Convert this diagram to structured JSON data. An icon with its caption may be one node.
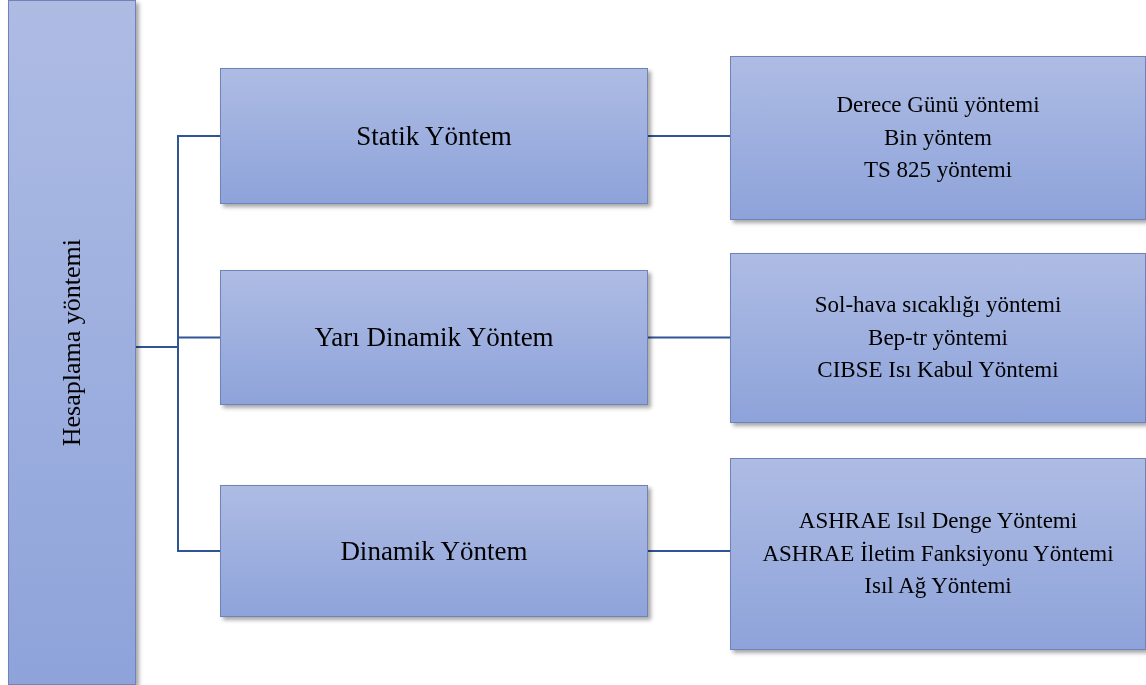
{
  "diagram": {
    "nodes": [
      {
        "text": [
          "Hesaplama yöntemi"
        ]
      },
      {
        "text": [
          "Statik Yöntem"
        ]
      },
      {
        "text": [
          "Derece Günü yöntemi",
          "Bin yöntem",
          "TS 825 yöntemi"
        ]
      },
      {
        "text": [
          "Yarı Dinamik Yöntem"
        ]
      },
      {
        "text": [
          "Sol-hava sıcaklığı yöntemi",
          "Bep-tr yöntemi",
          "CIBSE Isı Kabul Yöntemi"
        ]
      },
      {
        "text": [
          "Dinamik Yöntem"
        ]
      },
      {
        "text": [
          "ASHRAE Isıl Denge Yöntemi",
          "ASHRAE İletim Fanksiyonu Yöntemi",
          "Isıl Ağ Yöntemi"
        ]
      }
    ],
    "edges": [
      {
        "from": 0,
        "to": 1,
        "arrow": "none"
      },
      {
        "from": 0,
        "to": 3,
        "arrow": "none"
      },
      {
        "from": 0,
        "to": 5,
        "arrow": "none"
      },
      {
        "from": 1,
        "to": 2,
        "arrow": "none"
      },
      {
        "from": 3,
        "to": 4,
        "arrow": "none"
      },
      {
        "from": 5,
        "to": 6,
        "arrow": "none"
      }
    ]
  }
}
